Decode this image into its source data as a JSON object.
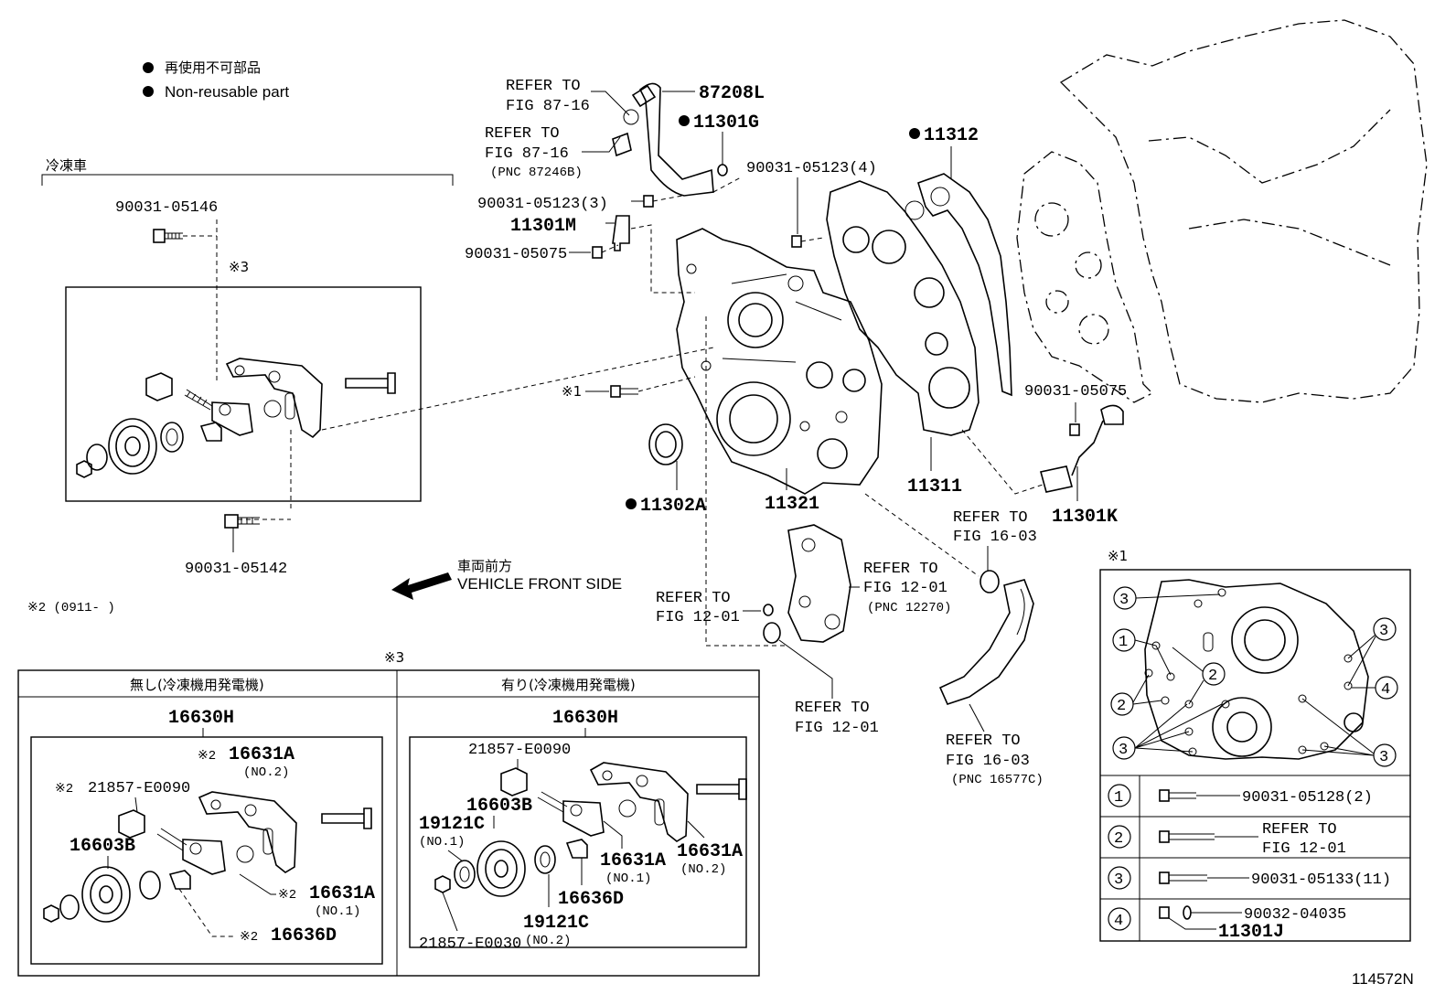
{
  "legend": {
    "jp": "再使用不可部品",
    "en": "Non-reusable part"
  },
  "reitou_header": "冷凍車",
  "front": {
    "jp": "車両前方",
    "en": "VEHICLE FRONT SIDE"
  },
  "note2": "※2 (0911-       )",
  "note3": "※3",
  "note1": "※1",
  "drawing_id": "114572N",
  "labels": {
    "p87208L": "87208L",
    "p11301G": "11301G",
    "p11312": "11312",
    "ref8716a_1": "REFER TO",
    "ref8716a_2": "FIG 87-16",
    "ref8716b_1": "REFER TO",
    "ref8716b_2": "FIG 87-16",
    "ref8716b_3": "(PNC 87246B)",
    "p05123_4": "90031-05123(4)",
    "p05123_3": "90031-05123(3)",
    "p11301M": "11301M",
    "p05075a": "90031-05075",
    "p05146": "90031-05146",
    "p05142": "90031-05142",
    "p05075b": "90031-05075",
    "p11302A": "11302A",
    "p11321": "11321",
    "p11311": "11311",
    "p11301K": "11301K",
    "ref1603a_1": "REFER TO",
    "ref1603a_2": "FIG 16-03",
    "ref1201a_1": "REFER TO",
    "ref1201a_2": "FIG 12-01",
    "ref1201a_3": "(PNC 12270)",
    "ref1201b_1": "REFER TO",
    "ref1201b_2": "FIG 12-01",
    "ref1201c_1": "REFER TO",
    "ref1201c_2": "FIG 12-01",
    "ref1603b_1": "REFER TO",
    "ref1603b_2": "FIG 16-03",
    "ref1603b_3": "(PNC 16577C)"
  },
  "table": {
    "left_header": "無し(冷凍機用発電機)",
    "right_header": "有り(冷凍機用発電機)",
    "left": {
      "top": "16630H",
      "p16631A": "16631A",
      "p16631A_no": "(NO.2)",
      "p21857": "21857-E0090",
      "p16603B": "16603B",
      "p16631A_b": "16631A",
      "p16631A_b_no": "(NO.1)",
      "p16636D": "16636D",
      "mark": "※2"
    },
    "right": {
      "top": "16630H",
      "p21857": "21857-E0090",
      "p16603B": "16603B",
      "p19121C": "19121C",
      "p19121C_no": "(NO.1)",
      "p16631A": "16631A",
      "p16631A_no": "(NO.1)",
      "p16631A_b": "16631A",
      "p16631A_b_no": "(NO.2)",
      "p16636D": "16636D",
      "p19121C_b": "19121C",
      "p19121C_b_no": "(NO.2)",
      "p21857_b": "21857-E0030"
    }
  },
  "inset": {
    "rows": [
      {
        "num": "1",
        "part": "90031-05128(2)"
      },
      {
        "num": "2",
        "part_1": "REFER TO",
        "part_2": "FIG 12-01"
      },
      {
        "num": "3",
        "part": "90031-05133(11)"
      },
      {
        "num": "4",
        "part": "90032-04035",
        "part_b": "11301J"
      }
    ],
    "callouts": [
      "1",
      "2",
      "2",
      "3",
      "3",
      "3",
      "3",
      "4"
    ]
  }
}
